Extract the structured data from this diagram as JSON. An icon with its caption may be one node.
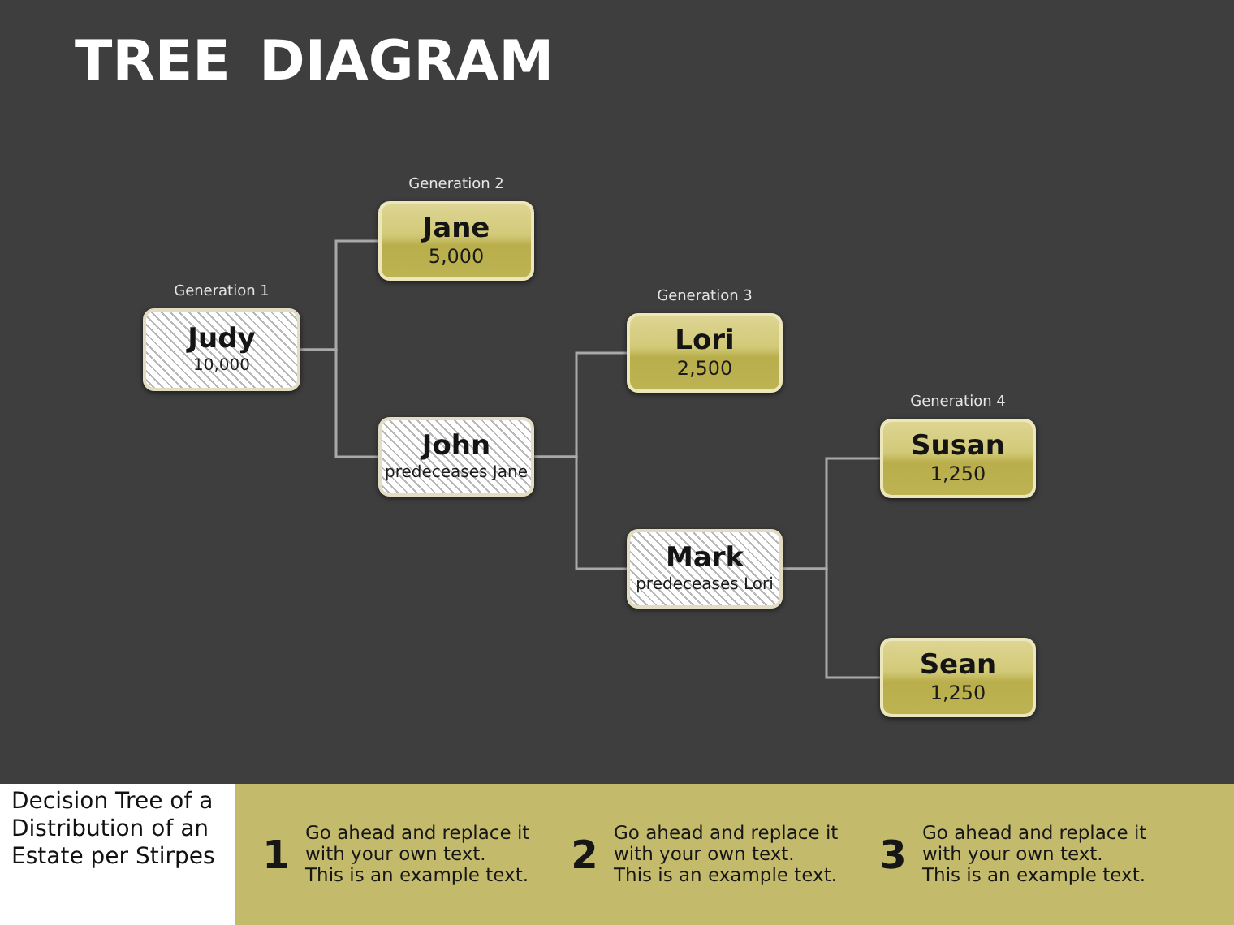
{
  "diagram": {
    "title": "TREE DIAGRAM",
    "caption": "Decision Tree of a Distribution of an Estate per Stirpes",
    "nodes": [
      {
        "text": [
          "Judy",
          "10,000"
        ],
        "beside": [
          "Generation 1"
        ]
      },
      {
        "text": [
          "Jane",
          "5,000"
        ],
        "beside": [
          "Generation 2"
        ]
      },
      {
        "text": [
          "John",
          "predeceases Jane"
        ]
      },
      {
        "text": [
          "Lori",
          "2,500"
        ],
        "beside": [
          "Generation 3"
        ]
      },
      {
        "text": [
          "Mark",
          "predeceases Lori"
        ]
      },
      {
        "text": [
          "Susan",
          "1,250"
        ],
        "beside": [
          "Generation 4"
        ]
      },
      {
        "text": [
          "Sean",
          "1,250"
        ]
      }
    ],
    "edges": [
      {
        "from": 0,
        "to": 1,
        "arrow": "none"
      },
      {
        "from": 0,
        "to": 2,
        "arrow": "none"
      },
      {
        "from": 2,
        "to": 3,
        "arrow": "none"
      },
      {
        "from": 2,
        "to": 4,
        "arrow": "none"
      },
      {
        "from": 4,
        "to": 5,
        "arrow": "none"
      },
      {
        "from": 4,
        "to": 6,
        "arrow": "none"
      }
    ],
    "labels": [
      "1",
      "Go ahead and replace it with your own text. This is an example text.",
      "2",
      "Go ahead and replace it with your own text. This is an example text.",
      "3",
      "Go ahead and replace it with your own text. This is an example text."
    ]
  }
}
